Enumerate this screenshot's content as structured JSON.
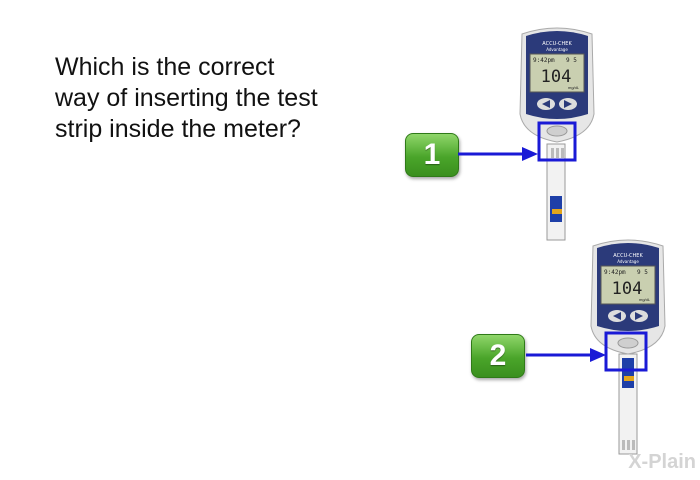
{
  "question": {
    "line1": "Which is the correct",
    "line2": "way of inserting the test",
    "line3": "strip inside the meter?"
  },
  "options": [
    {
      "label": "1"
    },
    {
      "label": "2"
    }
  ],
  "meter": {
    "brand": "ACCU-CHEK",
    "model": "Advantage",
    "time": "9:42pm",
    "date": "9  5",
    "reading": "104",
    "unit": "mg/dL"
  },
  "colors": {
    "highlight": "#1a1ad6",
    "button": "#4aa52a",
    "meter_body": "#2b3a7a"
  },
  "watermark": "X-Plain"
}
